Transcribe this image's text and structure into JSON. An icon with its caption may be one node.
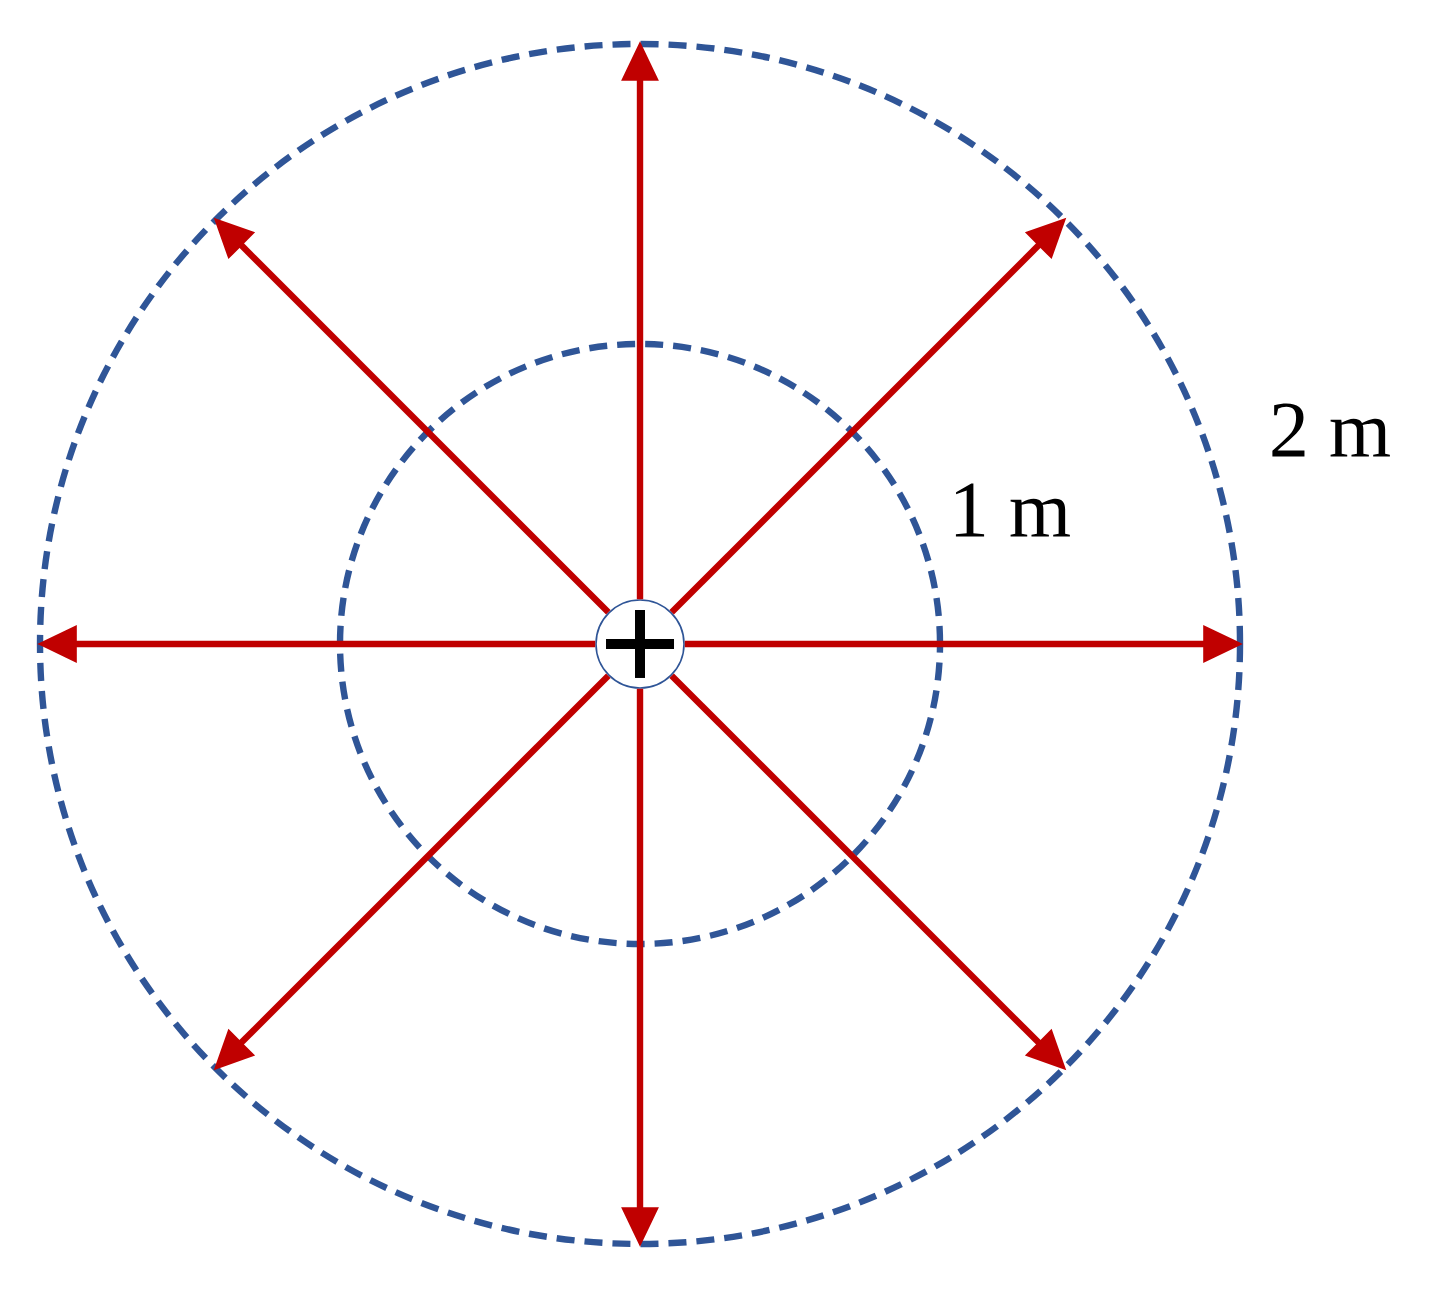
{
  "diagram": {
    "nodes": [
      {
        "text": [],
        "shape": "circle",
        "beside": [
          "2 m"
        ]
      },
      {
        "text": [],
        "shape": "circle",
        "beside": [
          "1 m"
        ],
        "in": 0
      },
      {
        "text": [],
        "shape": "circle",
        "in": 1
      }
    ],
    "edges": [
      {
        "from": 2,
        "to": 0,
        "arrow": "to"
      },
      {
        "from": 2,
        "to": 0,
        "arrow": "to"
      },
      {
        "from": 2,
        "to": 0,
        "arrow": "to"
      },
      {
        "from": 2,
        "to": 0,
        "arrow": "to"
      },
      {
        "from": 2,
        "to": 0,
        "arrow": "to"
      },
      {
        "from": 2,
        "to": 0,
        "arrow": "to"
      },
      {
        "from": 2,
        "to": 0,
        "arrow": "to"
      },
      {
        "from": 2,
        "to": 0,
        "arrow": "to"
      }
    ]
  }
}
